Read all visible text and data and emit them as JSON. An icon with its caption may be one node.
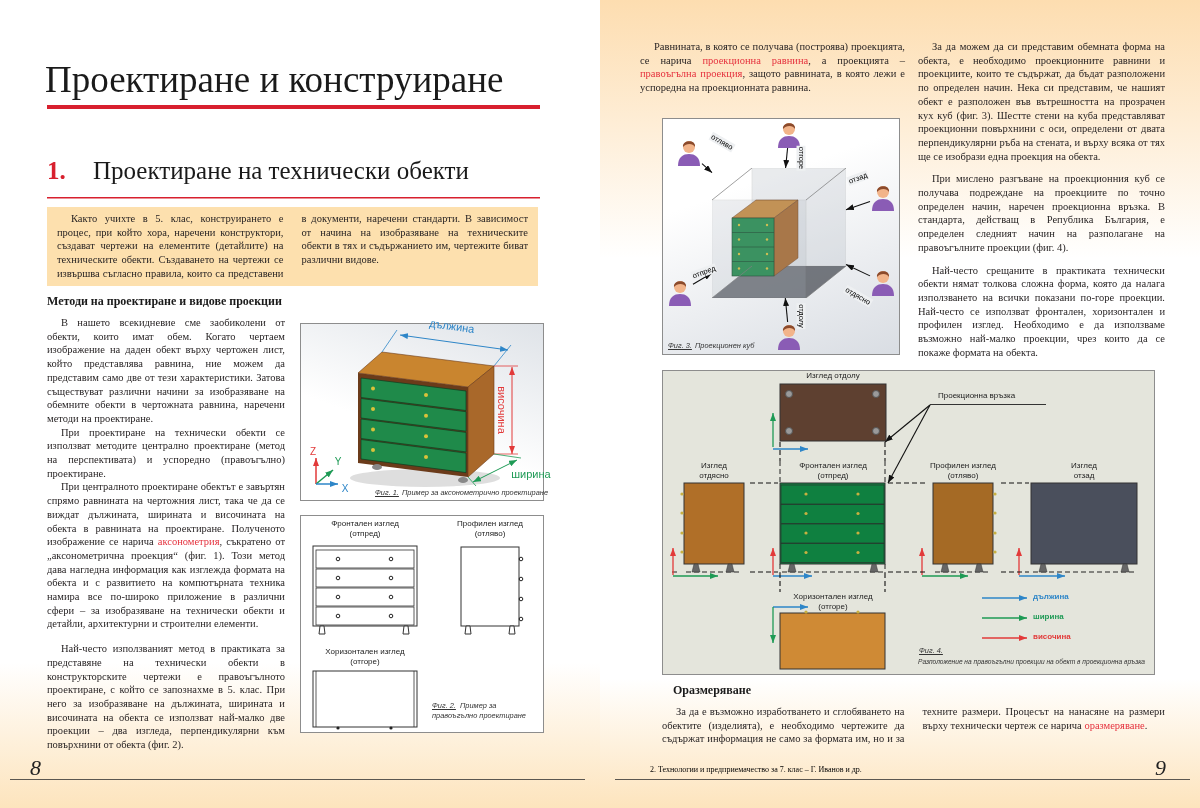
{
  "diagram": {
    "title": "Проектиране и конструиране",
    "nodes": [
      {
        "text": [
          "Както учихте в 5. клас, конструирането е процес, при който хора, наречени конструктори, създават чертежи на елементите (детайлите) на техническите обекти. Създаването на чертежи се извършва съгласно правила, които са представени в документи, наречени стандарти. В зависимост от начина на изобразяване на техническите обекти в тях и съдържанието им, чертежите биват различни видове."
        ]
      },
      {
        "text": [
          "Фронтален изглед (отпред)"
        ]
      },
      {
        "text": [
          "Профилен изглед (отляво)"
        ]
      },
      {
        "text": [
          "Хоризонтален изглед (отгоре)"
        ]
      },
      {
        "text": [],
        "shape": "picture"
      },
      {
        "text": [],
        "shape": "person"
      },
      {
        "text": [],
        "shape": "person"
      },
      {
        "text": [],
        "shape": "person"
      },
      {
        "text": [],
        "shape": "person"
      },
      {
        "text": [],
        "shape": "person"
      },
      {
        "text": [],
        "shape": "person"
      },
      {
        "text": [
          "Изглед отдолу"
        ]
      },
      {
        "text": [
          "Проекционна връзка"
        ]
      },
      {
        "text": [
          "Изглед отдясно"
        ]
      },
      {
        "text": [
          "Фронтален изглед (отпред)"
        ]
      },
      {
        "text": [
          "Профилен изглед (отляво)"
        ]
      },
      {
        "text": [
          "Изглед отзад"
        ]
      },
      {
        "text": [
          "Хоризонтален изглед (отгоре)"
        ]
      }
    ],
    "edges": [
      {
        "from": 5,
        "to": 4,
        "arrow": "to",
        "label": "отгоре"
      },
      {
        "from": 6,
        "to": 4,
        "arrow": "to",
        "label": "отляво"
      },
      {
        "from": 7,
        "to": 4,
        "arrow": "to",
        "label": "отзад"
      },
      {
        "from": 8,
        "to": 4,
        "arrow": "to",
        "label": "отдясно"
      },
      {
        "from": 9,
        "to": 4,
        "arrow": "to",
        "label": "отпред"
      },
      {
        "from": 10,
        "to": 4,
        "arrow": "to",
        "label": "отдолу"
      },
      {
        "from": 12,
        "to": 11,
        "arrow": "to"
      },
      {
        "from": 12,
        "to": 14,
        "arrow": "to"
      },
      {
        "from": 13,
        "to": 14,
        "arrow": "none",
        "style": "dashed"
      },
      {
        "from": 14,
        "to": 15,
        "arrow": "none",
        "style": "dashed"
      },
      {
        "from": 15,
        "to": 16,
        "arrow": "none",
        "style": "dashed"
      },
      {
        "from": 13,
        "to": 14,
        "arrow": "none",
        "style": "dashed"
      },
      {
        "from": 14,
        "to": 15,
        "arrow": "none",
        "style": "dashed"
      },
      {
        "from": 15,
        "to": 16,
        "arrow": "none",
        "style": "dashed"
      },
      {
        "from": 11,
        "to": 14,
        "arrow": "none",
        "style": "dashed"
      },
      {
        "from": 11,
        "to": 14,
        "arrow": "none",
        "style": "dashed"
      },
      {
        "from": 14,
        "to": 17,
        "arrow": "none",
        "style": "dashed"
      },
      {
        "from": 14,
        "to": 17,
        "arrow": "none",
        "style": "dashed"
      }
    ],
    "labels": [
      "1.",
      "Проектиране на технически обекти",
      "Методи на проектиране и видове проекции",
      "В нашето всекидневие сме заобиколени от обекти, които имат обем. Когато чертаем изображение на даден обект върху чертожен лист, който представлява равнина, ние можем да представим само две от тези характеристики. Затова съществуват различни начини за изобразяване на обемните обекти в чертожната равнина, наречени методи на проектиране.",
      "При проектиране на технически обекти се използват методите централно проектиране (метод на перспективата) и успоредно (правоъгълно) проектиране.",
      "При централното проектиране обектът е завъртян спрямо равнината на чертожния лист, така че да се виждат дължината, ширината и височината на обекта в равнината на проектиране. Полученото изображение се нарича **аксонометрия**, съкратено от „аксонометрична проекция“ (фиг. 1). Този метод дава нагледна информация как изглежда формата на обекта и с развитието на компютърната техника намира все по-широко приложение в различни сфери – за изобразяване на технически обекти и детайли, архитектурни и строителни елементи.",
      "Най-често използваният метод в практиката за представяне на технически обекти в конструкторските чертежи е правоъгълното проектиране, с който се запознахме в 5. клас. При него за изобразяване на дължината, ширината и височината на обекта се използват най-малко две проекции – два изгледа, перпендикулярни към повърхнини от обекта (фиг. 2).",
      "дължина",
      "височина",
      "ширина",
      "Z",
      "Y",
      "X",
      "Фиг. 1.",
      "Пример за аксонометрично проектиране",
      "Фиг. 2.",
      "Пример за правоъгълно проектиране",
      "8",
      "Равнината, в която се получава (построява) проекцията, се нарича **проекционна равнина**, а проекцията – **правоъгълна проекция**, защото равнината, в която лежи е успоредна на проекционната равнина.",
      "Фиг. 3.",
      "Проекционен куб",
      "За да можем да си представим обемната форма на обекта, е необходимо проекционните равнини и проекциите, които те съдържат, да бъдат разположени по определен начин. Нека си представим, че нашият обект е разположен във вътрешността на прозрачен кух куб (фиг. 3). Шестте стени на куба представляват проекционни повърхнини с оси, определени от двата перпендикулярни ръба на стената, и върху всяка от тях ще се изобрази една проекция на обекта.",
      "При мислено разгъване на проекционния куб се получава подреждане на проекциите по точно определен начин, наречен проекционна връзка. В стандарта, действащ в Република България, е определен следният начин на разполагане на правоъгълните проекции (фиг. 4).",
      "Най-често срещаните в практиката технически обекти нямат толкова сложна форма, която да налага използването на всички показани по-горе проекции. Най-често се използват фронтален, хоризонтален и профилен изглед. Необходимо е да използваме възможно най-малко проекции, чрез които да се покаже формата на обекта.",
      "Фиг. 4.",
      "Разположение на правоъгълни проекции на обект в проекционна връзка",
      "Оразмеряване",
      "За да е възможно изработването и сглобяването на обектите (изделията), е необходимо чертежите да съдържат информация не само за формата им, но и за техните размери. Процесът на нанасяне на размери върху технически чертеж се нарича **оразмеряване**.",
      "2. Технологии и предприемачество за 7. клас – Г. Иванов и др.",
      "9"
    ],
    "legend": [
      {
        "text": "дължина"
      },
      {
        "text": "ширина"
      },
      {
        "text": "височина"
      }
    ]
  }
}
